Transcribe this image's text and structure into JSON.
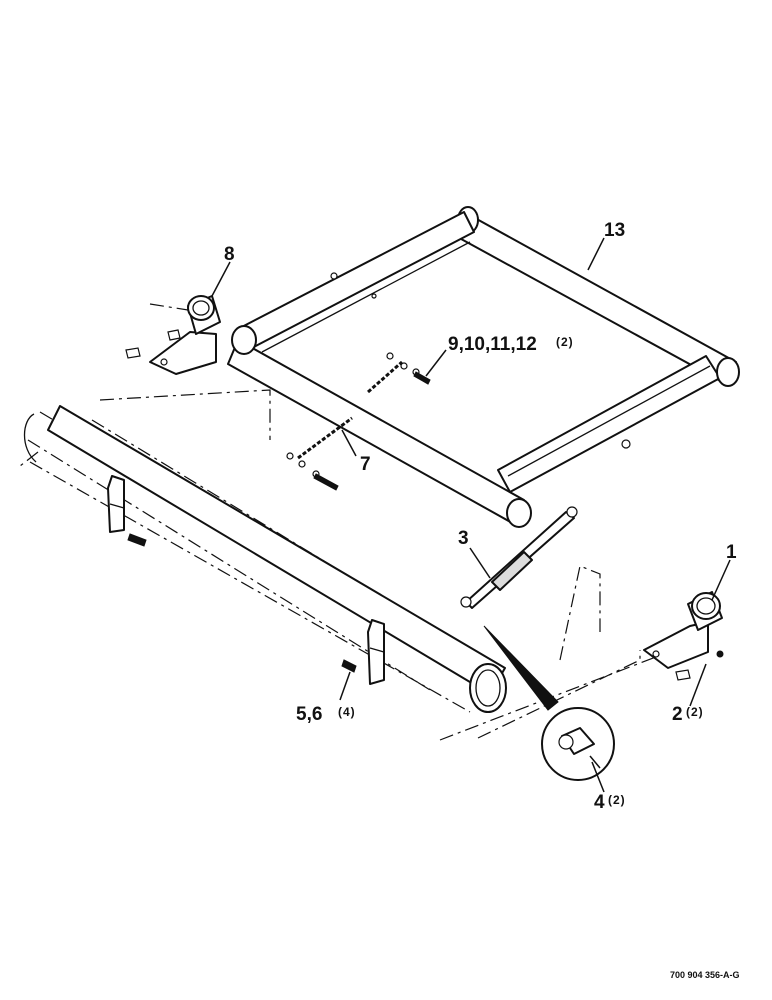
{
  "callouts": [
    {
      "id": "c13",
      "label": "13",
      "qty": ""
    },
    {
      "id": "c8",
      "label": "8",
      "qty": ""
    },
    {
      "id": "c9",
      "label": "9,10,11,12",
      "qty": "(2)"
    },
    {
      "id": "c7",
      "label": "7",
      "qty": ""
    },
    {
      "id": "c3",
      "label": "3",
      "qty": ""
    },
    {
      "id": "c1",
      "label": "1",
      "qty": ""
    },
    {
      "id": "c56",
      "label": "5,6",
      "qty": "(4)"
    },
    {
      "id": "c2",
      "label": "2",
      "qty": "(2)"
    },
    {
      "id": "c4",
      "label": "4",
      "qty": "(2)"
    }
  ],
  "document_id": "700 904 356-A-G"
}
